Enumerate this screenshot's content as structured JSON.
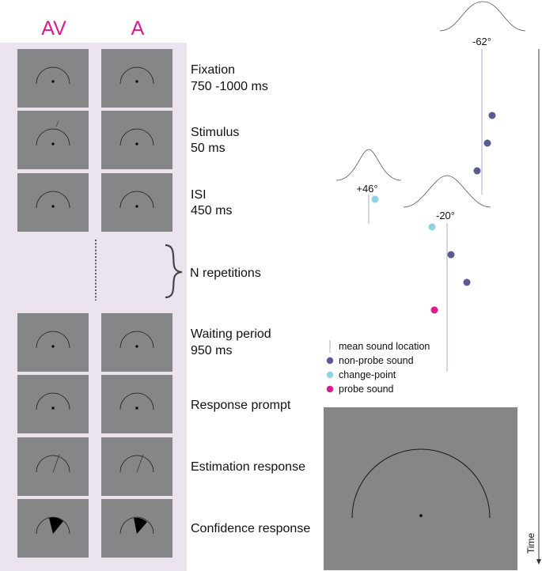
{
  "conditions": [
    "AV",
    "A"
  ],
  "stages": [
    {
      "name": "Fixation",
      "duration": "750 -1000 ms"
    },
    {
      "name": "Stimulus",
      "duration": "50 ms"
    },
    {
      "name": "ISI",
      "duration": "450 ms"
    },
    {
      "name": "N repetitions",
      "duration": ""
    },
    {
      "name": "Waiting period",
      "duration": "950 ms"
    },
    {
      "name": "Response prompt",
      "duration": ""
    },
    {
      "name": "Estimation response",
      "duration": ""
    },
    {
      "name": "Confidence response",
      "duration": ""
    }
  ],
  "locations": [
    {
      "label": "-62°"
    },
    {
      "label": "+46°"
    },
    {
      "label": "-20°"
    }
  ],
  "legend": [
    {
      "label": "mean sound location",
      "symbol": "line",
      "color": "#b7b7dc"
    },
    {
      "label": "non-probe sound",
      "symbol": "dot",
      "color": "#5a5a92"
    },
    {
      "label": "change-point",
      "symbol": "dot",
      "color": "#8ed2e6"
    },
    {
      "label": "probe sound",
      "symbol": "dot",
      "color": "#e0198f"
    }
  ],
  "time_axis_label": "Time",
  "colors": {
    "accent": "#e0198f",
    "panel_bg": "#ebe3ee",
    "screen": "#858688",
    "non_probe": "#5a5a92",
    "change_point": "#8ed2e6",
    "probe": "#e0198f",
    "mean_line": "#b7b7dc"
  }
}
